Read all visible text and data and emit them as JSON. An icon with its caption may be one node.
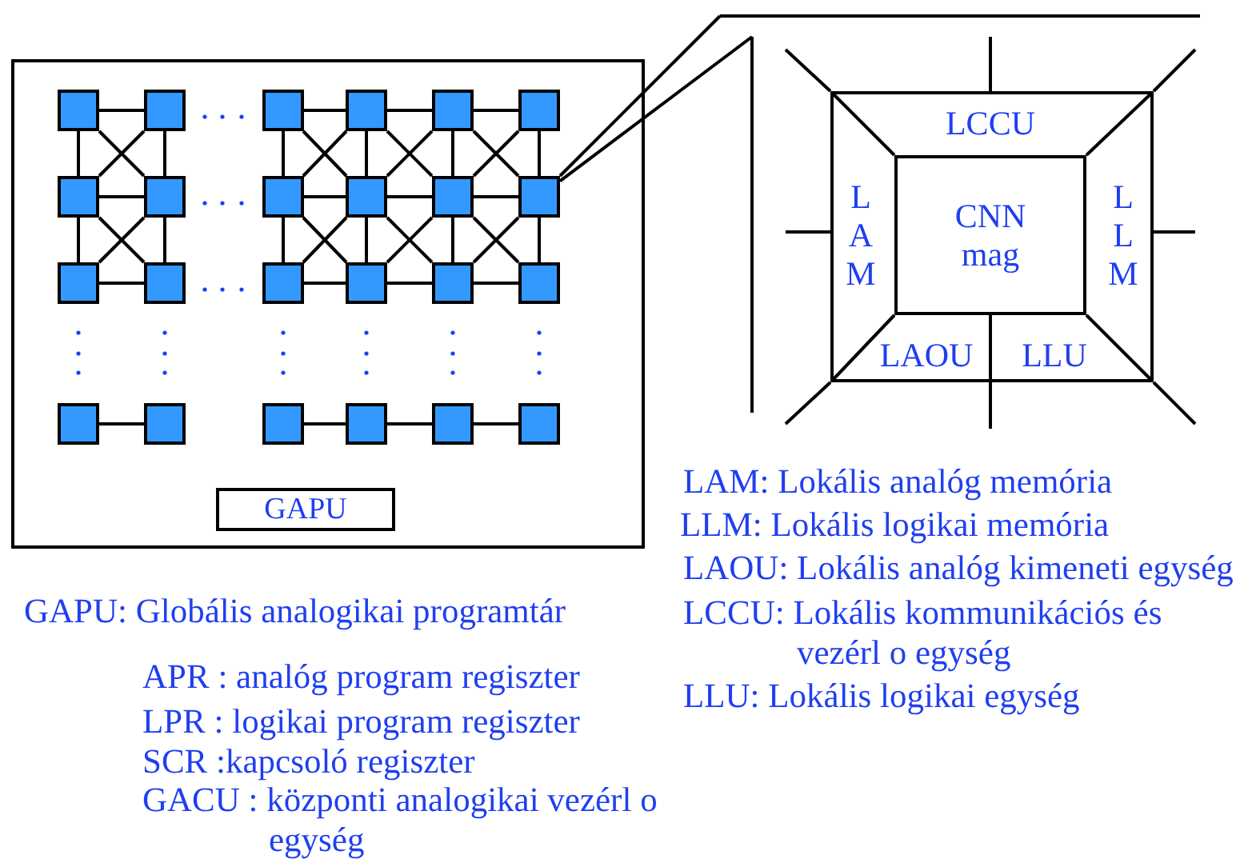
{
  "diagram": {
    "nodes": [
      {
        "text": [],
        "shape": "box"
      },
      {
        "text": [],
        "shape": "box",
        "in": 0
      },
      {
        "text": [],
        "shape": "box",
        "in": 0
      },
      {
        "text": [],
        "shape": "box",
        "in": 0
      },
      {
        "text": [],
        "shape": "box",
        "in": 0
      },
      {
        "text": [],
        "shape": "box",
        "in": 0
      },
      {
        "text": [],
        "shape": "box",
        "in": 0
      },
      {
        "text": [],
        "shape": "box",
        "in": 0
      },
      {
        "text": [],
        "shape": "box",
        "in": 0
      },
      {
        "text": [],
        "shape": "box",
        "in": 0
      },
      {
        "text": [],
        "shape": "box",
        "in": 0
      },
      {
        "text": [],
        "shape": "box",
        "in": 0
      },
      {
        "text": [],
        "shape": "box",
        "in": 0
      },
      {
        "text": [],
        "shape": "box",
        "in": 0
      },
      {
        "text": [],
        "shape": "box",
        "in": 0
      },
      {
        "text": [],
        "shape": "box",
        "in": 0
      },
      {
        "text": [],
        "shape": "box",
        "in": 0
      },
      {
        "text": [],
        "shape": "box",
        "in": 0
      },
      {
        "text": [],
        "shape": "box",
        "in": 0
      },
      {
        "text": [],
        "shape": "box",
        "in": 0
      },
      {
        "text": [],
        "shape": "box",
        "in": 0
      },
      {
        "text": [],
        "shape": "box",
        "in": 0
      },
      {
        "text": [],
        "shape": "box",
        "in": 0
      },
      {
        "text": [],
        "shape": "box",
        "in": 0
      },
      {
        "text": [],
        "shape": "box",
        "in": 0
      },
      {
        "text": [
          "GAPU"
        ],
        "in": 0
      },
      {
        "text": [],
        "shape": "box"
      },
      {
        "text": [],
        "shape": "box",
        "in": 26
      },
      {
        "text": [
          "LCCU"
        ],
        "in": 27
      },
      {
        "text": [
          "LAM"
        ],
        "in": 27
      },
      {
        "text": [
          "CNN mag"
        ],
        "in": 27
      },
      {
        "text": [
          "LLM"
        ],
        "in": 27
      },
      {
        "text": [
          "LAOU"
        ],
        "in": 27
      },
      {
        "text": [
          "LLU"
        ],
        "in": 27
      }
    ],
    "edges": [
      {
        "from": 1,
        "to": 2,
        "arrow": "none"
      },
      {
        "from": 3,
        "to": 4,
        "arrow": "none"
      },
      {
        "from": 4,
        "to": 5,
        "arrow": "none"
      },
      {
        "from": 5,
        "to": 6,
        "arrow": "none"
      },
      {
        "from": 7,
        "to": 8,
        "arrow": "none"
      },
      {
        "from": 9,
        "to": 10,
        "arrow": "none"
      },
      {
        "from": 10,
        "to": 11,
        "arrow": "none"
      },
      {
        "from": 11,
        "to": 12,
        "arrow": "none"
      },
      {
        "from": 13,
        "to": 14,
        "arrow": "none"
      },
      {
        "from": 15,
        "to": 16,
        "arrow": "none"
      },
      {
        "from": 16,
        "to": 17,
        "arrow": "none"
      },
      {
        "from": 17,
        "to": 18,
        "arrow": "none"
      },
      {
        "from": 19,
        "to": 20,
        "arrow": "none"
      },
      {
        "from": 21,
        "to": 22,
        "arrow": "none"
      },
      {
        "from": 22,
        "to": 23,
        "arrow": "none"
      },
      {
        "from": 23,
        "to": 24,
        "arrow": "none"
      },
      {
        "from": 1,
        "to": 7,
        "arrow": "none"
      },
      {
        "from": 2,
        "to": 8,
        "arrow": "none"
      },
      {
        "from": 3,
        "to": 9,
        "arrow": "none"
      },
      {
        "from": 4,
        "to": 10,
        "arrow": "none"
      },
      {
        "from": 5,
        "to": 11,
        "arrow": "none"
      },
      {
        "from": 6,
        "to": 12,
        "arrow": "none"
      },
      {
        "from": 7,
        "to": 13,
        "arrow": "none"
      },
      {
        "from": 8,
        "to": 14,
        "arrow": "none"
      },
      {
        "from": 9,
        "to": 15,
        "arrow": "none"
      },
      {
        "from": 10,
        "to": 16,
        "arrow": "none"
      },
      {
        "from": 11,
        "to": 17,
        "arrow": "none"
      },
      {
        "from": 12,
        "to": 18,
        "arrow": "none"
      },
      {
        "from": 1,
        "to": 8,
        "arrow": "none"
      },
      {
        "from": 2,
        "to": 7,
        "arrow": "none"
      },
      {
        "from": 3,
        "to": 10,
        "arrow": "none"
      },
      {
        "from": 4,
        "to": 9,
        "arrow": "none"
      },
      {
        "from": 4,
        "to": 11,
        "arrow": "none"
      },
      {
        "from": 5,
        "to": 10,
        "arrow": "none"
      },
      {
        "from": 5,
        "to": 12,
        "arrow": "none"
      },
      {
        "from": 6,
        "to": 11,
        "arrow": "none"
      },
      {
        "from": 7,
        "to": 14,
        "arrow": "none"
      },
      {
        "from": 8,
        "to": 13,
        "arrow": "none"
      },
      {
        "from": 9,
        "to": 16,
        "arrow": "none"
      },
      {
        "from": 10,
        "to": 15,
        "arrow": "none"
      },
      {
        "from": 10,
        "to": 17,
        "arrow": "none"
      },
      {
        "from": 11,
        "to": 16,
        "arrow": "none"
      },
      {
        "from": 11,
        "to": 18,
        "arrow": "none"
      },
      {
        "from": 12,
        "to": 17,
        "arrow": "none"
      },
      {
        "from": 12,
        "to": 26,
        "arrow": "none"
      },
      {
        "from": 12,
        "to": 26,
        "arrow": "none"
      }
    ],
    "labels": [
      "LAM: Lokális analóg memória",
      "LLM: Lokális logikai memória",
      "LAOU: Lokális analóg kimeneti egység",
      "LCCU: Lokális kommunikációs és vezérl o egység",
      "LLU: Lokális logikai egység",
      "GAPU: Globális analogikai programtár",
      "APR : analóg program regiszter",
      "LPR : logikai program regiszter",
      "SCR :kapcsoló regiszter",
      "GACU : központi analogikai vezérl o egység"
    ]
  }
}
